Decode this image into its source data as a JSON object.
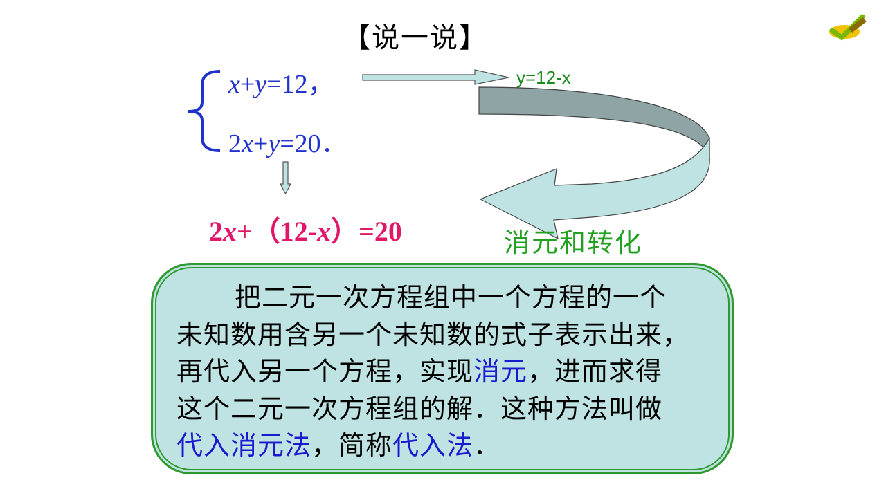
{
  "title": "【说一说】",
  "system": {
    "eq1": {
      "a": "x",
      "b": "+",
      "c": "y",
      "d": "=12，"
    },
    "eq2": {
      "a": "2",
      "b": "x",
      "c": "+",
      "d": "y",
      "e": "=20．"
    }
  },
  "substitution_label": "y=12-x",
  "result": {
    "a": "2",
    "b": "x",
    "c": "+（12-",
    "d": "x",
    "e": "）=20"
  },
  "process_label": "消元和转化",
  "note": {
    "line1": "把二元一次方程组中一个方程的一个",
    "line2": "未知数用含另一个未知数的式子表示出来，",
    "line3_a": "再代入另一个方程，实现",
    "line3_hl": "消元",
    "line3_b": "，进而求得",
    "line4": "这个二元一次方程组的解．这种方法叫做",
    "line5_hl1": "代入消元法",
    "line5_a": "，简称",
    "line5_hl2": "代入法",
    "line5_b": "．"
  },
  "colors": {
    "equation": "#2233cc",
    "result": "#e0186a",
    "highlight": "#1a1ad0",
    "green_label": "#22a022",
    "box_fill": "#bfe2e2",
    "box_border": "#2e9a2e"
  },
  "icons": {
    "corner": "pencil-check-icon"
  }
}
